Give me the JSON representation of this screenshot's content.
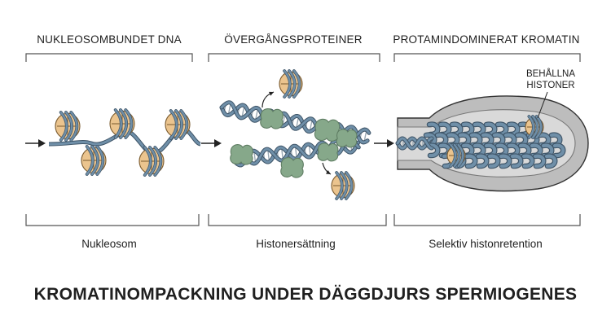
{
  "main_title": "KROMATINOMPACKNING UNDER DÄGGDJURS SPERMIOGENES",
  "stages": [
    {
      "title": "NUKLEOSOMBUNDET DNA",
      "caption": "Nukleosom"
    },
    {
      "title": "ÖVERGÅNGSPROTEINER",
      "caption": "Histonersättning"
    },
    {
      "title": "PROTAMINDOMINERAT KROMATIN",
      "caption": "Selektiv histonretention"
    }
  ],
  "callout": {
    "line1": "BEHÅLLNA",
    "line2": "HISTONER"
  },
  "colors": {
    "histone": "#EBC48E",
    "histone_stroke": "#7A5A2E",
    "dna": "#6F8FA8",
    "dna_stroke": "#3F5568",
    "transition_protein": "#86A88A",
    "nucleus": "#C9C9C9",
    "cell_outer": "#BDBDBD",
    "outline": "#333333"
  }
}
